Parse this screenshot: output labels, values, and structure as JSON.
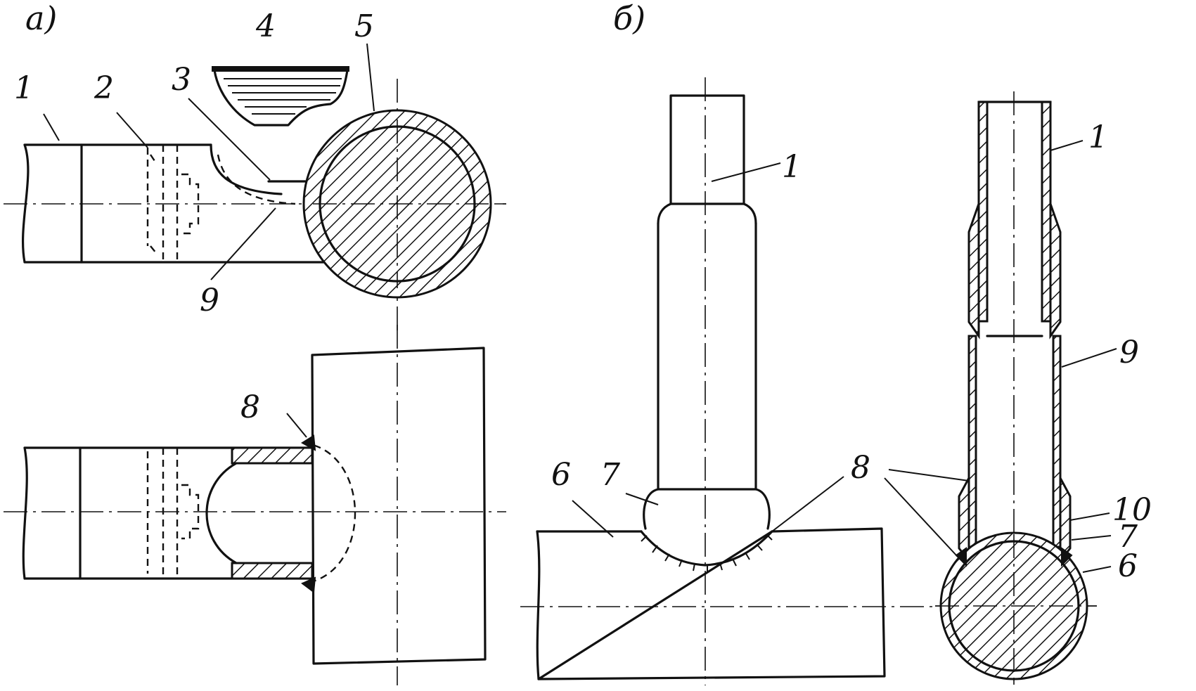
{
  "captions": {
    "a": "а)",
    "b": "б)"
  },
  "labels": {
    "a_top_1": "1",
    "a_top_2": "2",
    "a_top_3": "3",
    "a_top_4": "4",
    "a_top_5": "5",
    "a_top_9": "9",
    "a_bottom_8": "8",
    "b_mid_1": "1",
    "b_mid_6": "6",
    "b_mid_7": "7",
    "b_shared_8": "8",
    "b_right_1": "1",
    "b_right_9": "9",
    "b_right_10": "10",
    "b_right_7": "7",
    "b_right_6": "6"
  }
}
